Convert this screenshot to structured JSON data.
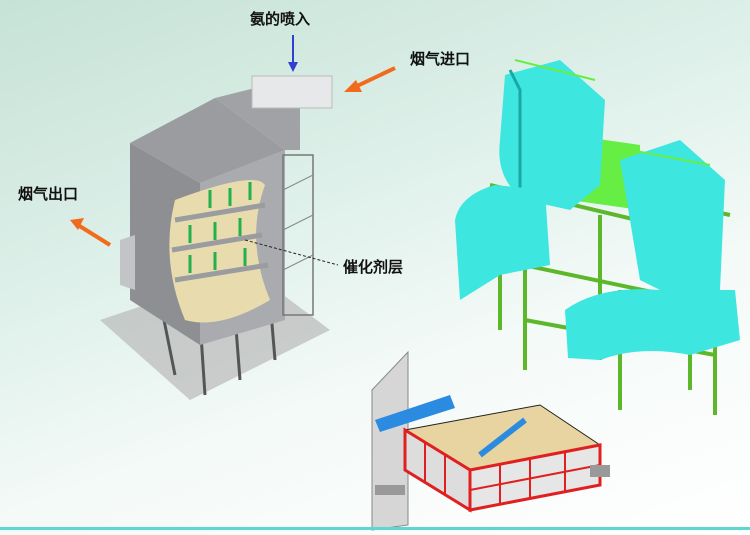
{
  "labels": {
    "ammonia_injection": "氨的喷入",
    "flue_gas_inlet": "烟气进口",
    "flue_gas_outlet": "烟气出口",
    "catalyst_layer": "催化剂层"
  },
  "colors": {
    "arrow_orange": "#f26a1b",
    "arrow_blue": "#2f3fd0",
    "flow_green": "#22b14c",
    "duct_cyan": "#3ee6e0",
    "frame_green": "#5cb82a",
    "module_red": "#e02020"
  }
}
